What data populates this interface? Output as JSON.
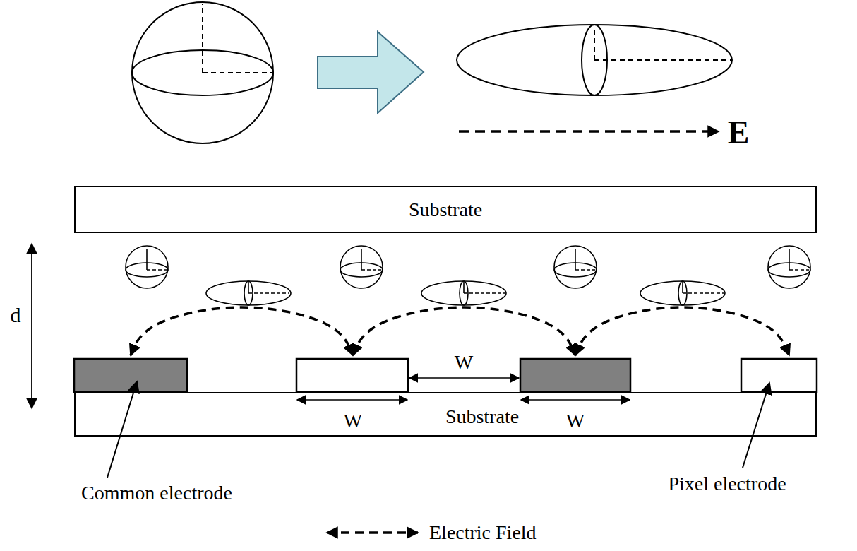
{
  "diagram": {
    "nodes": [
      {
        "text": [
          "Substrate"
        ]
      },
      {
        "text": [
          "Substrate"
        ]
      }
    ],
    "labels": [
      "E",
      "d",
      "W",
      "W",
      "W",
      "Common electrode",
      "Pixel electrode"
    ],
    "legend": [
      {
        "text": "Electric Field"
      }
    ]
  }
}
